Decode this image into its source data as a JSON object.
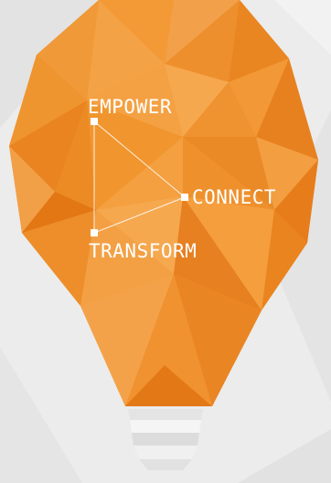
{
  "graphic": {
    "icon": "lightbulb-icon",
    "labels": {
      "empower": "EMPOWER",
      "connect": "CONNECT",
      "transform": "TRANSFORM"
    },
    "colors": {
      "background": "#ececec",
      "bulb_main": "#f0902a",
      "bulb_light": "#f6a74b",
      "bulb_dark": "#e27714",
      "base": "#f2f2f2",
      "text": "#ffffff"
    }
  }
}
